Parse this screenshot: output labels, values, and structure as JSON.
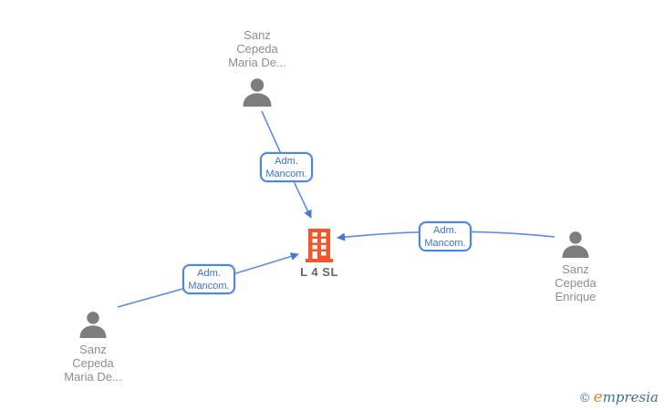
{
  "diagram": {
    "company": {
      "name": "L 4 SL"
    },
    "persons": [
      {
        "position": "top",
        "name": "Sanz\nCepeda\nMaria De..."
      },
      {
        "position": "right",
        "name": "Sanz\nCepeda\nEnrique"
      },
      {
        "position": "bottom-left",
        "name": "Sanz\nCepeda\nMaria De..."
      }
    ],
    "relations": [
      {
        "from": "top-person",
        "to": "company",
        "label": "Adm.\nMancom."
      },
      {
        "from": "right-person",
        "to": "company",
        "label": "Adm.\nMancom."
      },
      {
        "from": "bottom-left-person",
        "to": "company",
        "label": "Adm.\nMancom."
      }
    ],
    "colors": {
      "arrow_line": "#5b8ce6",
      "arrow_head": "#4478d8",
      "box_border": "#4d86dd",
      "box_text": "#3b6fd1",
      "building": "#f3562b",
      "person": "#7d7d7d",
      "name_text": "#8d8d8d",
      "company_text": "#646464"
    }
  },
  "watermark": {
    "copyright_symbol": "©",
    "brand_initial": "e",
    "brand_rest": "mpresia"
  }
}
